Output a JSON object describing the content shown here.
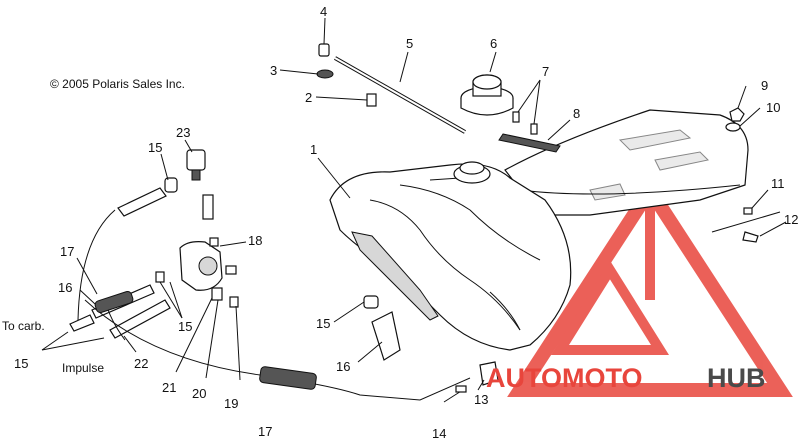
{
  "copyright": "© 2005 Polaris Sales Inc.",
  "notes": {
    "to_carb": "To carb.",
    "impulse": "Impulse"
  },
  "callouts": {
    "c1": "1",
    "c2": "2",
    "c3": "3",
    "c4": "4",
    "c5": "5",
    "c6": "6",
    "c7": "7",
    "c8": "8",
    "c9": "9",
    "c10": "10",
    "c11": "11",
    "c12": "12",
    "c13": "13",
    "c14": "14",
    "c15a": "15",
    "c15b": "15",
    "c15c": "15",
    "c15d": "15",
    "c16a": "16",
    "c16b": "16",
    "c17a": "17",
    "c17b": "17",
    "c18": "18",
    "c19": "19",
    "c20": "20",
    "c21": "21",
    "c22": "22",
    "c23": "23"
  },
  "watermark": {
    "part1": "AUTOMOTO",
    "part2": "HUB",
    "color_red": "#e8453c",
    "color_gray": "#4a4a4a"
  }
}
